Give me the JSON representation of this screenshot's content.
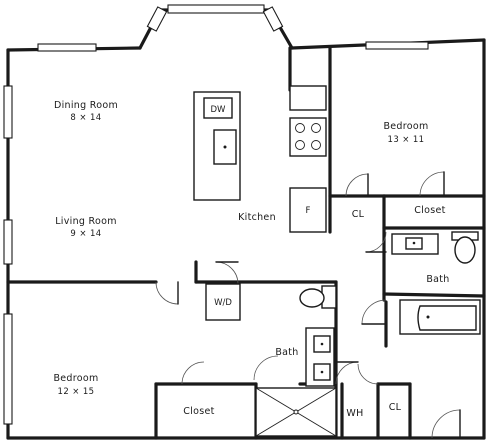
{
  "rooms": {
    "dining": {
      "name": "Dining Room",
      "dims": "8 × 14"
    },
    "living": {
      "name": "Living Room",
      "dims": "9 × 14"
    },
    "bedroom_main": {
      "name": "Bedroom",
      "dims": "13 × 11"
    },
    "bedroom_second": {
      "name": "Bedroom",
      "dims": "12 × 15"
    },
    "kitchen": {
      "name": "Kitchen"
    },
    "closet_upper": {
      "name": "Closet"
    },
    "closet_lower": {
      "name": "Closet"
    },
    "bath_upper": {
      "name": "Bath"
    },
    "bath_lower": {
      "name": "Bath"
    },
    "cl_kitchen": {
      "name": "CL"
    },
    "cl_lower": {
      "name": "CL"
    },
    "wh": {
      "name": "WH"
    }
  },
  "fixtures": {
    "dishwasher": "DW",
    "fridge": "F",
    "washer_dryer": "W/D"
  },
  "colors": {
    "ink": "#1a1a1a",
    "paper": "#ffffff"
  }
}
